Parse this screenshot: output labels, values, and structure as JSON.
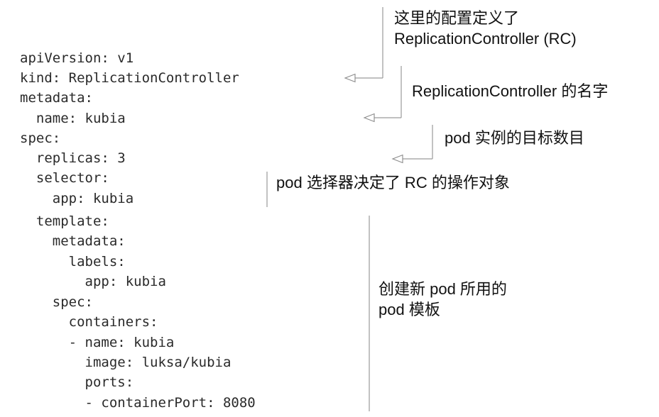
{
  "code": [
    "apiVersion: v1",
    "kind: ReplicationController",
    "metadata:",
    "  name: kubia",
    "spec:",
    "  replicas: 3",
    "  selector:",
    "    app: kubia",
    "  template:",
    "    metadata:",
    "      labels:",
    "        app: kubia",
    "    spec:",
    "      containers:",
    "      - name: kubia",
    "        image: luksa/kubia",
    "        ports:",
    "        - containerPort: 8080"
  ],
  "callouts": {
    "rc_definition": [
      "这里的配置定义了",
      "ReplicationController (RC)"
    ],
    "rc_name": [
      "ReplicationController 的名字"
    ],
    "replicas": [
      "pod 实例的目标数目"
    ],
    "selector": [
      "pod 选择器决定了 RC 的操作对象"
    ],
    "template": [
      "创建新 pod 所用的",
      "pod 模板"
    ]
  }
}
